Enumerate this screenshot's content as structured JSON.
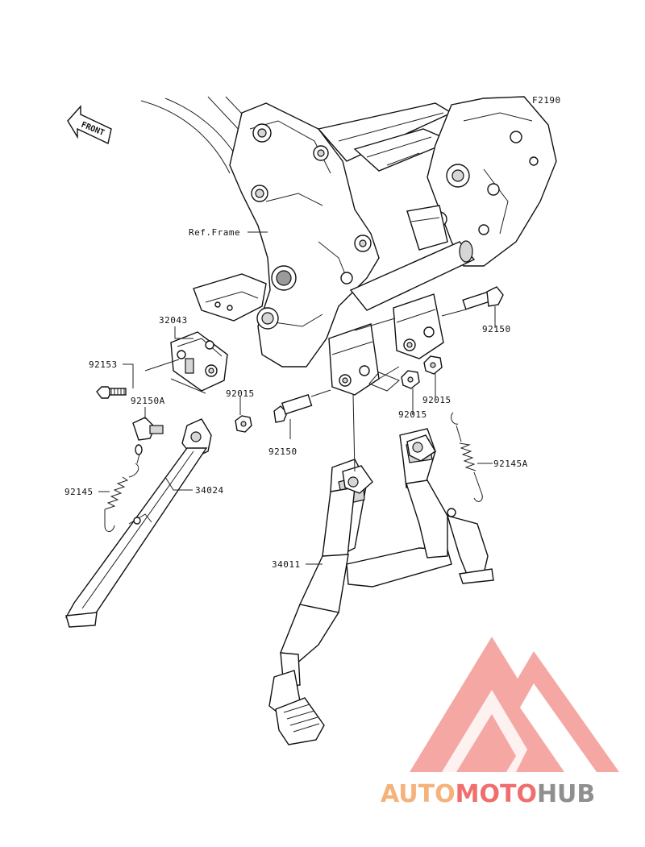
{
  "diagram": {
    "figure_code": "F2190",
    "front_label": "FRONT",
    "ref_frame_label": "Ref.Frame",
    "parts": [
      {
        "id": "p32043",
        "number": "32043"
      },
      {
        "id": "p92153",
        "number": "92153"
      },
      {
        "id": "p92150A",
        "number": "92150A"
      },
      {
        "id": "p92015a",
        "number": "92015"
      },
      {
        "id": "p92145",
        "number": "92145"
      },
      {
        "id": "p34024",
        "number": "34024"
      },
      {
        "id": "p92150a",
        "number": "92150"
      },
      {
        "id": "p92150b",
        "number": "92150"
      },
      {
        "id": "p92015b",
        "number": "92015"
      },
      {
        "id": "p92015c",
        "number": "92015"
      },
      {
        "id": "p92145A",
        "number": "92145A"
      },
      {
        "id": "p34011",
        "number": "34011"
      }
    ]
  },
  "watermark": {
    "part1": "AUTO",
    "part2": "MOTO",
    "part3": "HUB",
    "colors": {
      "orange": "#f5b27a",
      "red": "#f06e6e",
      "gray": "#8f8f8f",
      "salmon": "#f49a94"
    }
  }
}
